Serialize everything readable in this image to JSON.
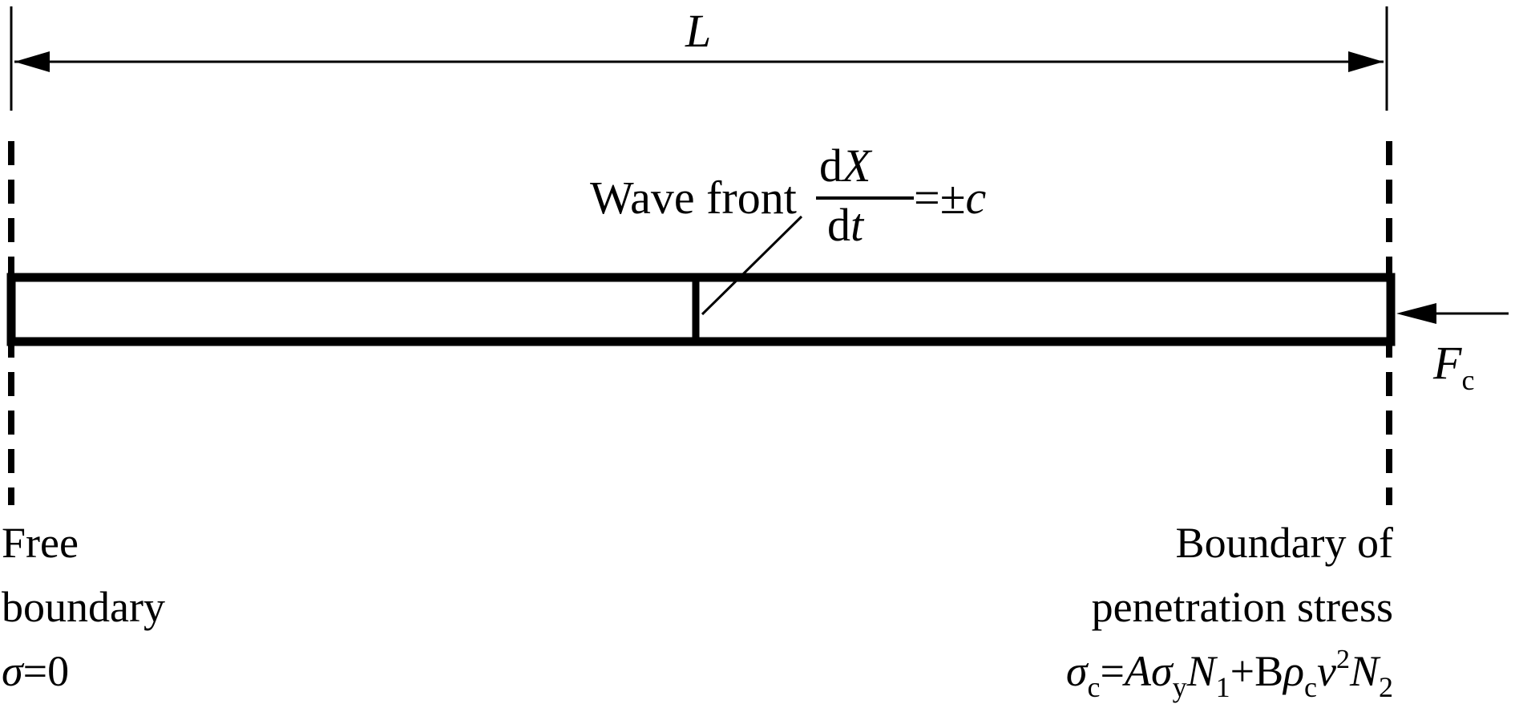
{
  "diagram": {
    "length_label": "L",
    "wave_front": {
      "text": "Wave front",
      "numerator": "dX",
      "numerator_d": "d",
      "numerator_var": "X",
      "denominator_d": "d",
      "denominator_var": "t",
      "rhs_eq": "=±",
      "rhs_var": "c"
    },
    "force": {
      "symbol": "F",
      "subscript": "c"
    },
    "left_boundary": {
      "line1": "Free",
      "line2": "boundary",
      "line3_symbol": "σ",
      "line3_rest": "=0"
    },
    "right_boundary": {
      "line1": "Boundary of",
      "line2": "penetration stress",
      "formula": {
        "sigma": "σ",
        "sub_c": "c",
        "eq": "=",
        "A": "A",
        "sigma2": "σ",
        "sub_y": "y",
        "N1": "N",
        "sub_1": "1",
        "plus_B": "+B",
        "rho": "ρ",
        "sub_c2": "c",
        "v": "v",
        "sup_2": "2",
        "N2": "N",
        "sub_2": "2"
      }
    }
  }
}
